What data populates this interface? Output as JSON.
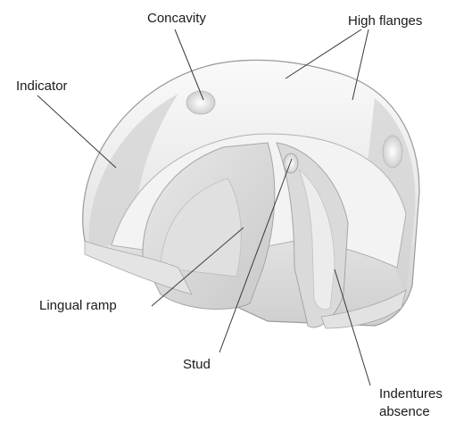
{
  "labels": {
    "concavity": "Concavity",
    "high_flanges": "High flanges",
    "indicator": "Indicator",
    "lingual_ramp": "Lingual ramp",
    "stud": "Stud",
    "indentures_absence_line1": "Indentures",
    "indentures_absence_line2": "absence"
  },
  "colors": {
    "outline": "#9a9a9a",
    "shell_light": "#f1f1f1",
    "shell_mid": "#dcdcdc",
    "shell_dark": "#bdbdbd",
    "leader": "#3a3a3a",
    "text": "#1a1a1a"
  }
}
